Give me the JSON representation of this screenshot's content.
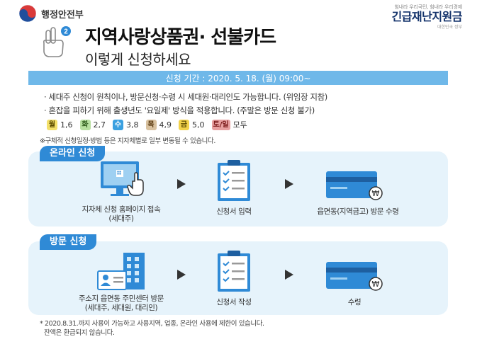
{
  "header": {
    "ministry_name": "행정안전부",
    "slogan": "힘내라 우리국민, 힘내라 우리경제",
    "fund_title": "긴급재난지원금",
    "fund_badge": "대한민국 정부",
    "title_line1": "지역사랑상품권· 선불카드",
    "title_line2": "이렇게 신청하세요",
    "hand_number": "2"
  },
  "period": {
    "text": "신청 기간 : 2020. 5. 18. (월) 09:00~"
  },
  "notes": [
    "· 세대주 신청이 원칙이나, 방문신청·수령 시 세대원·대리인도 가능합니다. (위임장 지참)",
    "· 혼잡을 피하기 위해  출생년도 '요일제' 방식을 적용합니다. (주말은 방문 신청 불가)"
  ],
  "weekday_schedule": [
    {
      "day": "월",
      "digits": "1,6",
      "color": "#f3e06a"
    },
    {
      "day": "화",
      "digits": "2,7",
      "color": "#b8e0a0"
    },
    {
      "day": "수",
      "digits": "3,8",
      "color": "#3aa0e0"
    },
    {
      "day": "목",
      "digits": "4,9",
      "color": "#d9c2a0"
    },
    {
      "day": "금",
      "digits": "5,0",
      "color": "#f2d24a"
    },
    {
      "day": "토/일",
      "digits": "모두",
      "color": "#e7a0a0"
    }
  ],
  "schedule_note": "※구체적 신청일정·방법 등은 지자체별로 일부 변동될 수 있습니다.",
  "online": {
    "label": "온라인 신청",
    "steps": [
      {
        "caption": "지자체 신청 홈페이지 접속\n(세대주)",
        "icon": "computer-click-icon"
      },
      {
        "caption": "신청서 입력",
        "icon": "clipboard-checklist-icon"
      },
      {
        "caption": "읍면동(지역금고) 방문 수령",
        "icon": "card-icon"
      }
    ]
  },
  "visit": {
    "label": "방문 신청",
    "steps": [
      {
        "caption": "주소지 읍면동 주민센터 방문\n(세대주, 세대원, 대리인)",
        "icon": "building-id-icon"
      },
      {
        "caption": "신청서 작성",
        "icon": "clipboard-checklist-icon"
      },
      {
        "caption": "수령",
        "icon": "card-icon"
      }
    ]
  },
  "footnote": [
    "* 2020.8.31.까지 사용이 가능하고 사용지역, 업종, 온라인 사용에 제한이 있습니다.",
    "  잔액은 환급되지 않습니다."
  ],
  "colors": {
    "accent": "#2f8ad6",
    "period_bar": "#6fb8e9",
    "panel": "#e6f3fb",
    "fund_title": "#14336b"
  }
}
